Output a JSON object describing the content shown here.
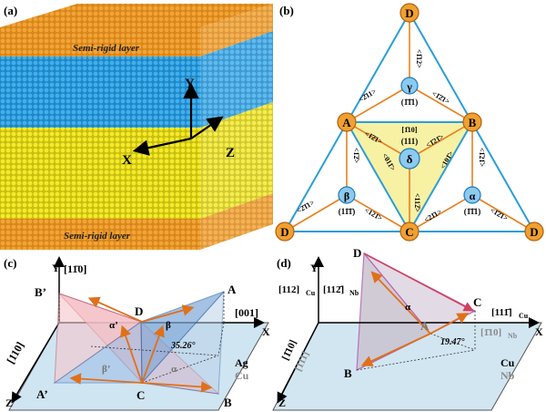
{
  "panel_a": {
    "label": "(a)",
    "top_layer": "Semi-rigid layer",
    "bottom_layer": "Semi-rigid layer",
    "axis_y": "Y",
    "axis_x": "X",
    "axis_z": "Z",
    "colors": {
      "orange": "#e8961e",
      "blue": "#2a9ee0",
      "yellow": "#f0e41a"
    }
  },
  "panel_b": {
    "label": "(b)",
    "node_D": "D",
    "node_A": "A",
    "node_B": "B",
    "node_C": "C",
    "gamma": "γ",
    "delta": "δ",
    "beta": "β",
    "alpha": "α",
    "gamma_plane": "(1̄1̄1)",
    "delta_plane": "(111)",
    "beta_plane": "(11̄1̄)",
    "alpha_plane": "(1̄1̄1)",
    "dir_top": "<1̄12>",
    "dir_ga": "<2̄11>",
    "dir_gb": "<1̄2̄1>",
    "dir_ab": "[1̄10]",
    "dir_da": "<1̄2̄1>",
    "dir_db": "<1̄21̄>",
    "dir_dc_l": "<011̄>",
    "dir_dc_c": "<112̄>",
    "dir_dc_r": "<101̄>",
    "dir_ba": "<1̄2̄>",
    "dir_bl": "<2̄1̄1>",
    "dir_bc": "<121̄>",
    "dir_ab2": "<1̄21̄>",
    "dir_al": "<21̄1>",
    "dir_ac": "<1̄2̄1>",
    "colors": {
      "orange": "#e87f1e",
      "blue": "#3aa6dc",
      "yellow": "#f5f0a0",
      "node": "#f0a030",
      "small": "#8ccaf0"
    }
  },
  "panel_c": {
    "label": "(c)",
    "y_axis": "Y",
    "y_dir": "[11̄0]",
    "x_axis": "X",
    "x_dir": "[001]",
    "z_axis": "Z",
    "z_dir": "[110]",
    "pt_B_prime": "B’",
    "pt_A": "A",
    "pt_D": "D",
    "pt_C": "C",
    "pt_A_prime": "A’",
    "pt_B": "B",
    "alpha_prime": "α’",
    "beta": "β",
    "beta_prime": "β’",
    "alpha": "α",
    "angle": "35.26°",
    "mat_top": "Ag",
    "mat_bot": "Cu"
  },
  "panel_d": {
    "label": "(d)",
    "y_axis": "Y",
    "z_axis": "Z",
    "x_axis": "X",
    "y_dir_cu": "[112]",
    "y_dir_nb": "[112̄]",
    "sub_cu": "Cu",
    "sub_nb": "Nb",
    "z_dir_cu": "[1̄10]",
    "z_dir_nb": "[111]",
    "x_dir_cu": "[111̄]",
    "x_dir_nb": "[1̄10]",
    "pt_D": "D",
    "pt_C": "C",
    "pt_A": "A",
    "pt_B": "B",
    "alpha": "α",
    "angle": "19.47°",
    "mat_top": "Cu",
    "mat_bot": "Nb"
  }
}
